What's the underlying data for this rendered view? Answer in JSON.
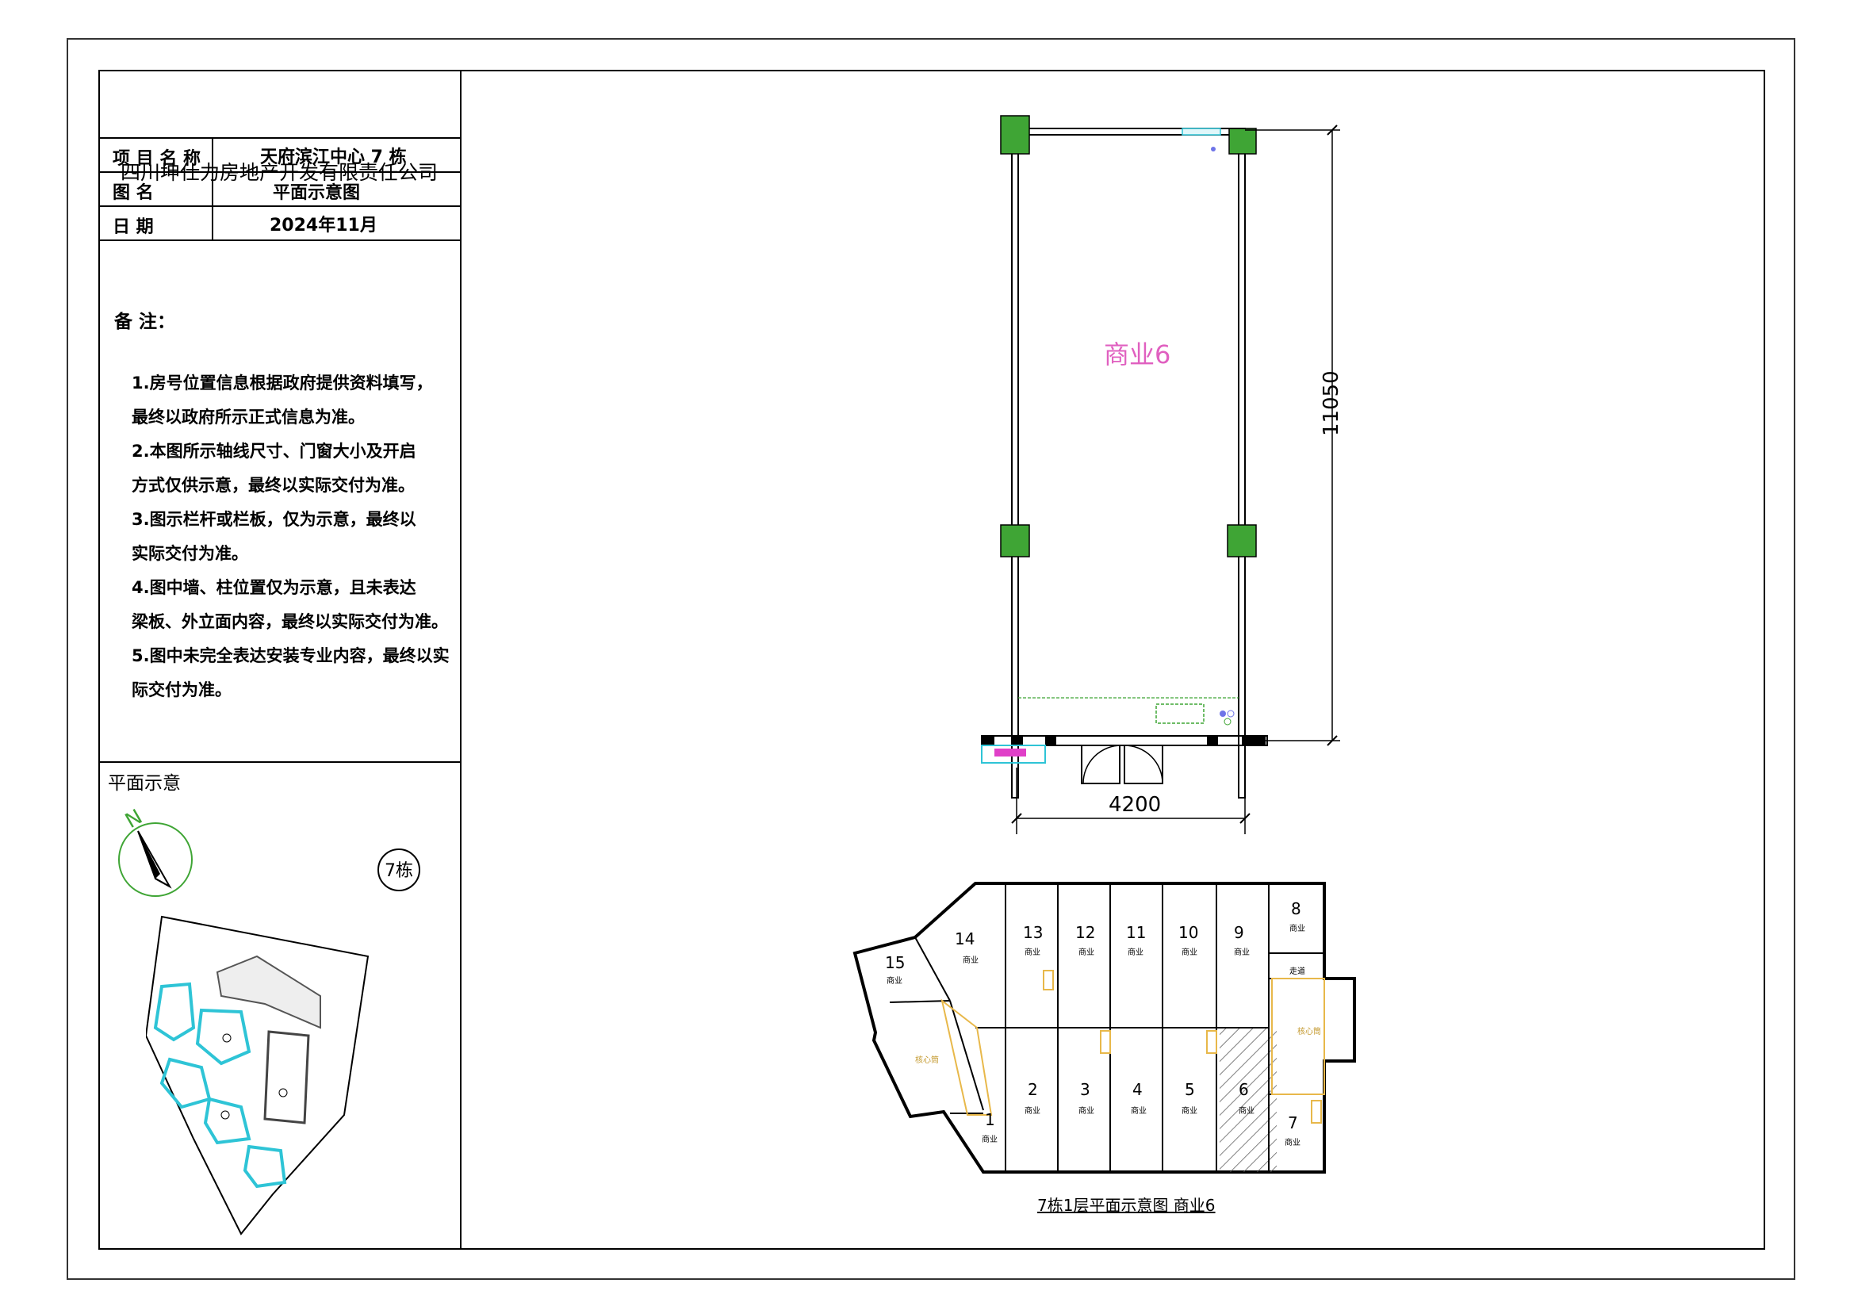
{
  "title_block": {
    "company": "四川坤仕力房地产开发有限责任公司",
    "rows": [
      {
        "label": "项 目 名 称",
        "value": "天府滨江中心  7  栋"
      },
      {
        "label": "图       名",
        "value": "平面示意图"
      },
      {
        "label": "日       期",
        "value": "2024年11月"
      }
    ],
    "remarks_title": "备 注：",
    "notes": [
      "1.房号位置信息根据政府提供资料填写，",
      "   最终以政府所示正式信息为准。",
      "2.本图所示轴线尺寸、门窗大小及开启",
      "   方式仅供示意，最终以实际交付为准。",
      "3.图示栏杆或栏板，仅为示意，最终以",
      "   实际交付为准。",
      "4.图中墙、柱位置仅为示意，且未表达",
      "   梁板、外立面内容，最终以实际交付为准。",
      "5.图中未完全表达安装专业内容，最终以实",
      "   际交付为准。"
    ],
    "site_label": "平面示意",
    "north_label": "N",
    "building_badge": "7栋"
  },
  "unit_plan": {
    "unit_label": "商业6",
    "dim_height": "11050",
    "dim_width": "4200",
    "colors": {
      "column": "#3fa535",
      "unit_label": "#e060c0",
      "fixture": "#2ec4d6",
      "accent": "#e040c8"
    }
  },
  "floor_plan": {
    "caption": "7栋1层平面示意图   商业6",
    "top_units": [
      "14",
      "13",
      "12",
      "11",
      "10",
      "9",
      "8"
    ],
    "bottom_units": [
      "1",
      "2",
      "3",
      "4",
      "5",
      "6",
      "7"
    ],
    "corner_unit": "15",
    "unit_sublabel": "商业",
    "core_label": "核心筒",
    "corridor_label": "走道",
    "highlighted_unit": "6"
  }
}
